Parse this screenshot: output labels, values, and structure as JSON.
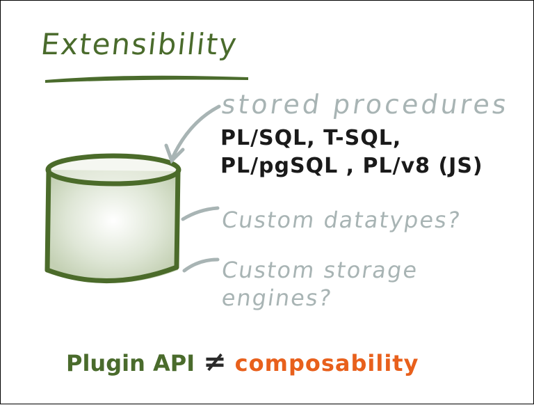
{
  "slide": {
    "title": "Extensibility",
    "stored_procedures": "stored procedures",
    "languages_line1": "PL/SQL, T-SQL,",
    "languages_line2": "PL/pgSQL , PL/v8 (JS)",
    "custom_datatypes": "Custom datatypes?",
    "custom_storage_line1": "Custom storage",
    "custom_storage_line2": "engines?",
    "plugin_api": "Plugin API",
    "not_equal": "≠",
    "composability": "composability"
  },
  "colors": {
    "title_green": "#4a6b2c",
    "gray": "#a8b4b4",
    "dark": "#1a1a1a",
    "orange": "#e8601c",
    "cylinder_green": "#4b6b2a"
  },
  "icons": {
    "database": "database-cylinder-icon"
  }
}
